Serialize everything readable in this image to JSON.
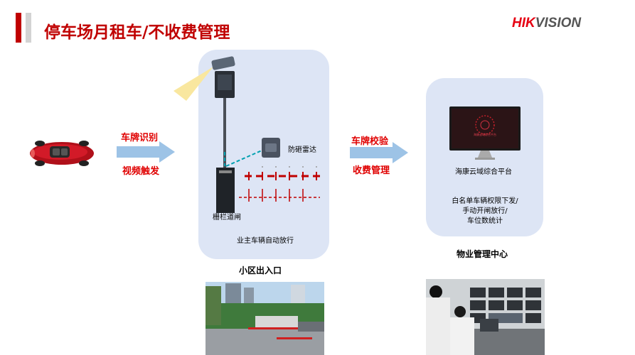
{
  "header": {
    "title": "停车场月租车/不收费管理",
    "logo_red": "HIK",
    "logo_grey": "VISION"
  },
  "left_arrow": {
    "top_label": "车牌识别",
    "bottom_label": "视频触发"
  },
  "entrance_panel": {
    "radar_label": "防砸雷达",
    "barrier_label": "栅栏道闸",
    "release_label": "业主车辆自动放行",
    "caption": "小区出入口"
  },
  "right_arrow": {
    "top_label": "车牌校验",
    "bottom_label": "收费管理"
  },
  "center_panel": {
    "platform_label": "海康云域综合平台",
    "monitor_text": "海康云域综合平台",
    "features": [
      "白名单车辆权限下发/",
      "手动开闸放行/",
      "车位数统计"
    ],
    "caption": "物业管理中心"
  },
  "colors": {
    "accent": "#c00000",
    "panel": "#dde5f5",
    "arrow": "#9dc3e6",
    "boom": "#c00000",
    "radar_line": "#00a0b0"
  }
}
